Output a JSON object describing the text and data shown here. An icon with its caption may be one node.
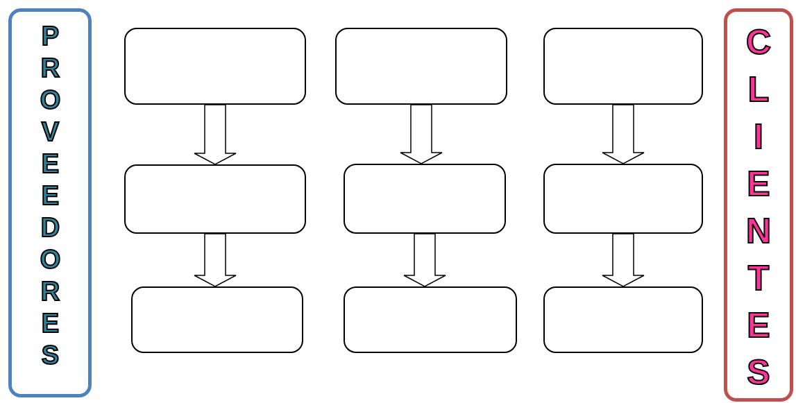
{
  "diagram": {
    "nodes": [
      {
        "text": [
          "PROVEEDORES"
        ]
      },
      {
        "text": [],
        "shape": "box"
      },
      {
        "text": [],
        "shape": "box"
      },
      {
        "text": [],
        "shape": "box"
      },
      {
        "text": [],
        "shape": "box"
      },
      {
        "text": [],
        "shape": "box"
      },
      {
        "text": [],
        "shape": "box"
      },
      {
        "text": [],
        "shape": "box"
      },
      {
        "text": [],
        "shape": "box"
      },
      {
        "text": [],
        "shape": "box"
      },
      {
        "text": [
          "CLIENTES"
        ]
      }
    ],
    "edges": [
      {
        "from": 1,
        "to": 4,
        "arrow": "to"
      },
      {
        "from": 2,
        "to": 5,
        "arrow": "to"
      },
      {
        "from": 3,
        "to": 6,
        "arrow": "to"
      },
      {
        "from": 4,
        "to": 7,
        "arrow": "to"
      },
      {
        "from": 5,
        "to": 8,
        "arrow": "to"
      },
      {
        "from": 6,
        "to": 9,
        "arrow": "to"
      }
    ]
  }
}
